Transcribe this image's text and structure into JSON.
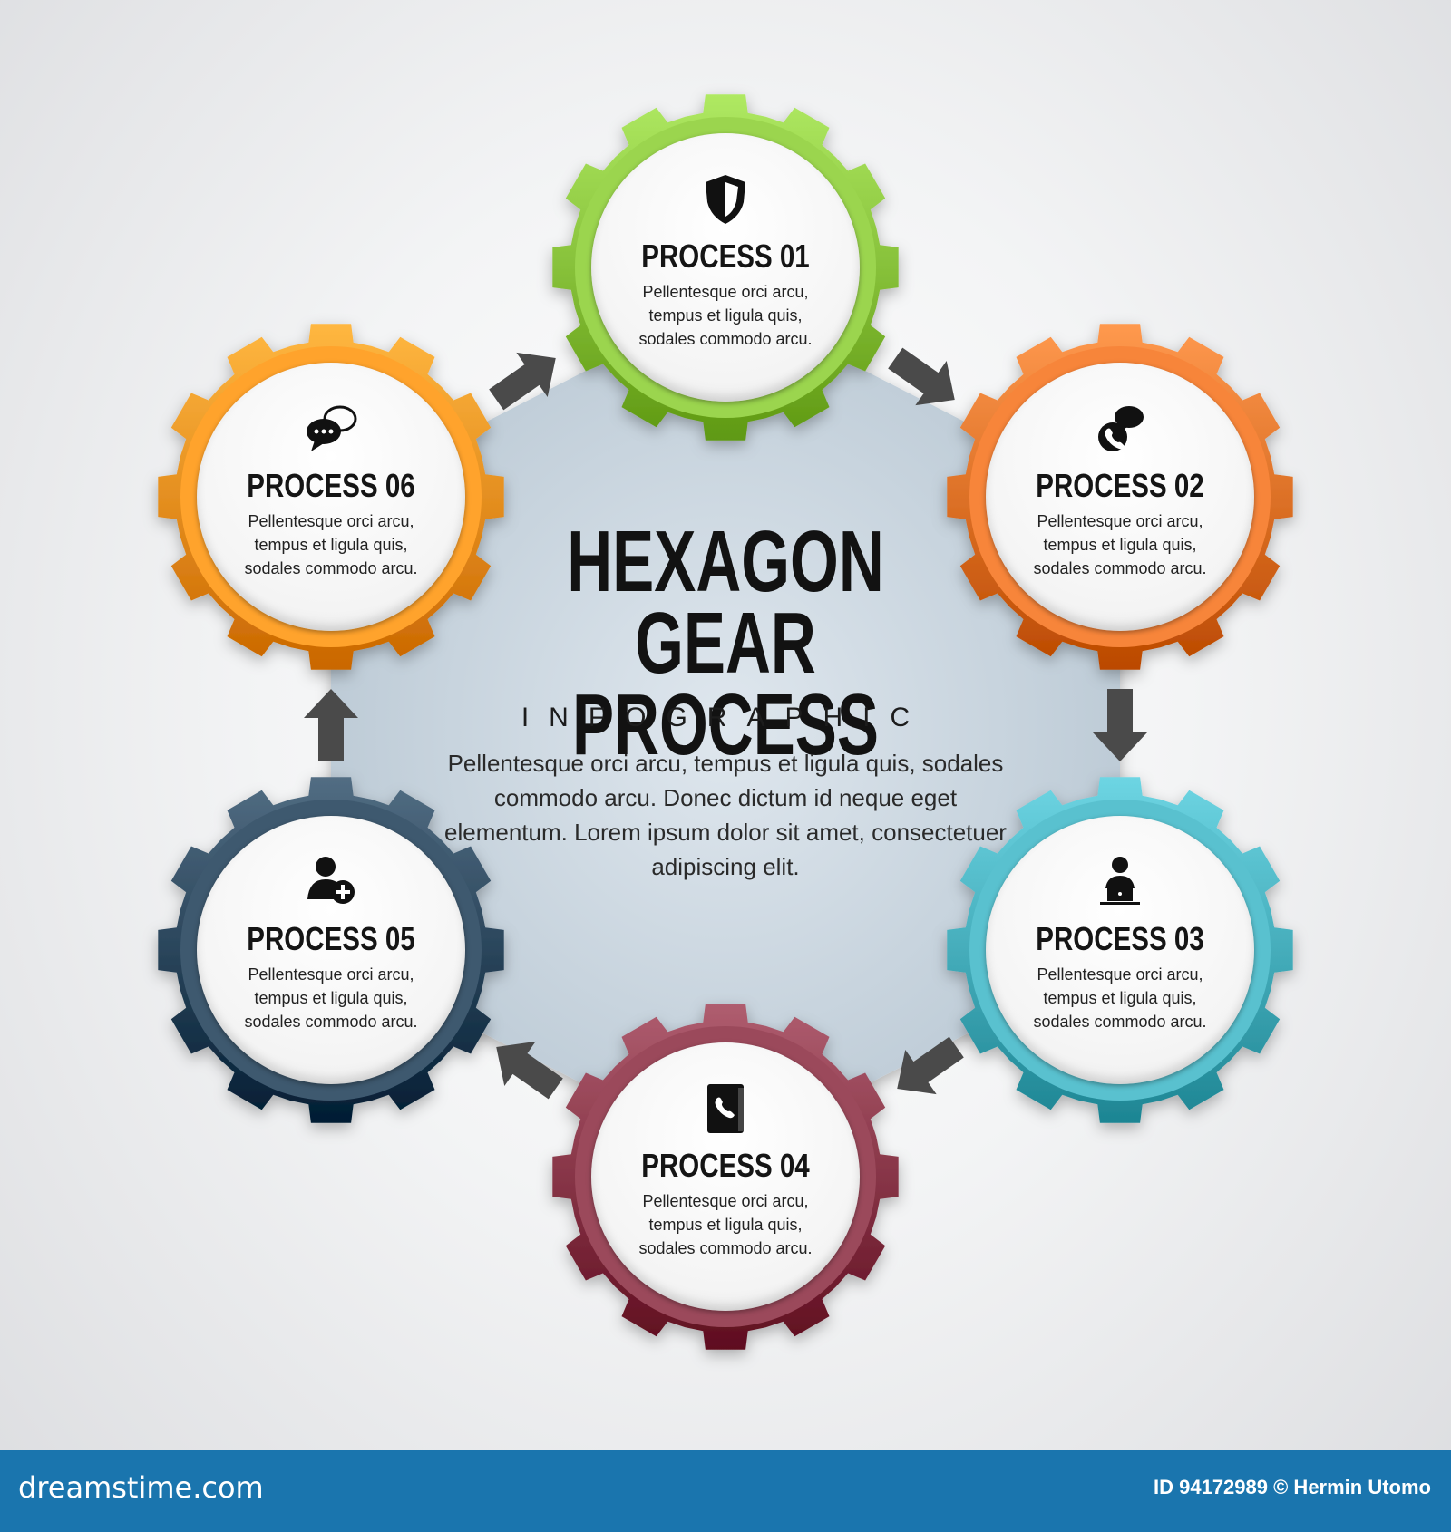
{
  "title": {
    "line1": "HEXAGON",
    "line2": "GEAR PROCESS",
    "subtitle": "INFOGRAPHIC",
    "body": "Pellentesque orci arcu, tempus et ligula quis, sodales commodo arcu. Donec  dictum id neque eget elementum. Lorem ipsum dolor sit amet, consectetuer adipiscing elit."
  },
  "processes": [
    {
      "title": "PROCESS 01",
      "desc": "Pellentesque orci arcu, tempus et ligula quis, sodales commodo arcu.",
      "icon": "shield-icon",
      "color": "#8cc63f"
    },
    {
      "title": "PROCESS 02",
      "desc": "Pellentesque orci arcu, tempus et ligula quis, sodales commodo arcu.",
      "icon": "phone-chat-icon",
      "color": "#e8762b"
    },
    {
      "title": "PROCESS 03",
      "desc": "Pellentesque orci arcu, tempus et ligula quis, sodales commodo arcu.",
      "icon": "user-laptop-icon",
      "color": "#4ab2c0"
    },
    {
      "title": "PROCESS 04",
      "desc": "Pellentesque orci arcu, tempus et ligula quis, sodales commodo arcu.",
      "icon": "phone-book-icon",
      "color": "#8c3a4c"
    },
    {
      "title": "PROCESS 05",
      "desc": "Pellentesque orci arcu, tempus et ligula quis, sodales commodo arcu.",
      "icon": "add-user-icon",
      "color": "#2f4a60"
    },
    {
      "title": "PROCESS 06",
      "desc": "Pellentesque orci arcu, tempus et ligula quis, sodales commodo arcu.",
      "icon": "chat-bubbles-icon",
      "color": "#f7941d"
    }
  ],
  "colors": {
    "hexagon_fill": "#c9d6e0",
    "arrow": "#4a4a4a",
    "footer": "#1a75ae"
  },
  "footer": {
    "site": "dreamstime.com",
    "credit": "ID 94172989 © Hermin Utomo"
  }
}
